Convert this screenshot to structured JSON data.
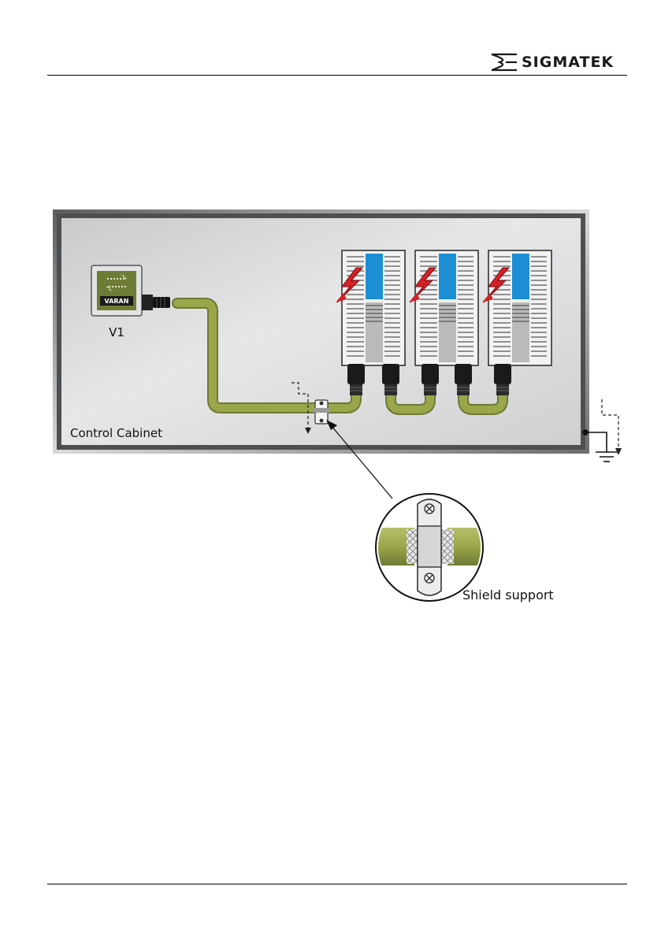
{
  "header": {
    "brand": "SIGMATEK"
  },
  "diagram": {
    "device_badge": "VARAN",
    "device_label": "V1",
    "cabinet_label": "Control Cabinet",
    "detail_label": "Shield support",
    "colors": {
      "cable": "#9ba64a",
      "module_blue": "#1c8fd4",
      "lightning": "#d42027",
      "panel": "#d9dadb",
      "frame": "#8a8c8e"
    }
  }
}
